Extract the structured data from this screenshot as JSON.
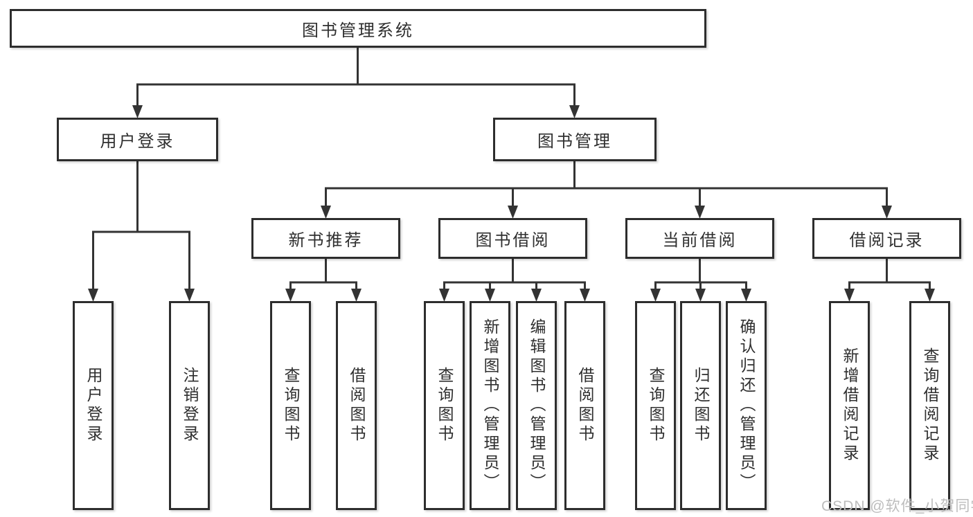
{
  "tree": {
    "root": "图书管理系统",
    "branches": [
      {
        "label": "用户登录",
        "children": [
          "用户登录",
          "注销登录"
        ]
      },
      {
        "label": "图书管理",
        "sections": [
          {
            "label": "新书推荐",
            "children": [
              "查询图书",
              "借阅图书"
            ]
          },
          {
            "label": "图书借阅",
            "children": [
              "查询图书",
              "新增图书（管理员）",
              "编辑图书（管理员）",
              "借阅图书"
            ]
          },
          {
            "label": "当前借阅",
            "children": [
              "查询图书",
              "归还图书",
              "确认归还（管理员）"
            ]
          },
          {
            "label": "借阅记录",
            "children": [
              "新增借阅记录",
              "查询借阅记录"
            ]
          }
        ]
      }
    ]
  },
  "watermark": {
    "text": "CSDN @软件_小贺同学"
  },
  "colors": {
    "line": "#333333",
    "box_border": "#2d2d2d",
    "text": "#2f2f2f",
    "watermark": "#bdbdbd",
    "background": "#ffffff"
  }
}
